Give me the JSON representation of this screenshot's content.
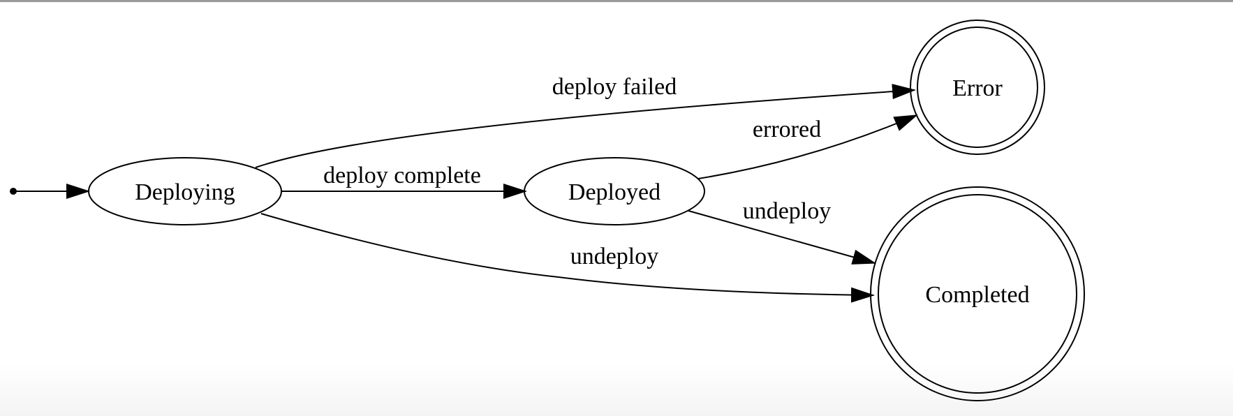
{
  "nodes": {
    "deploying": "Deploying",
    "deployed": "Deployed",
    "error": "Error",
    "completed": "Completed"
  },
  "edges": {
    "deploy_failed": "deploy failed",
    "deploy_complete": "deploy complete",
    "errored": "errored",
    "undeploy_from_deployed": "undeploy",
    "undeploy_from_deploying": "undeploy"
  },
  "colors": {
    "stroke": "#000000",
    "background": "#ffffff"
  }
}
